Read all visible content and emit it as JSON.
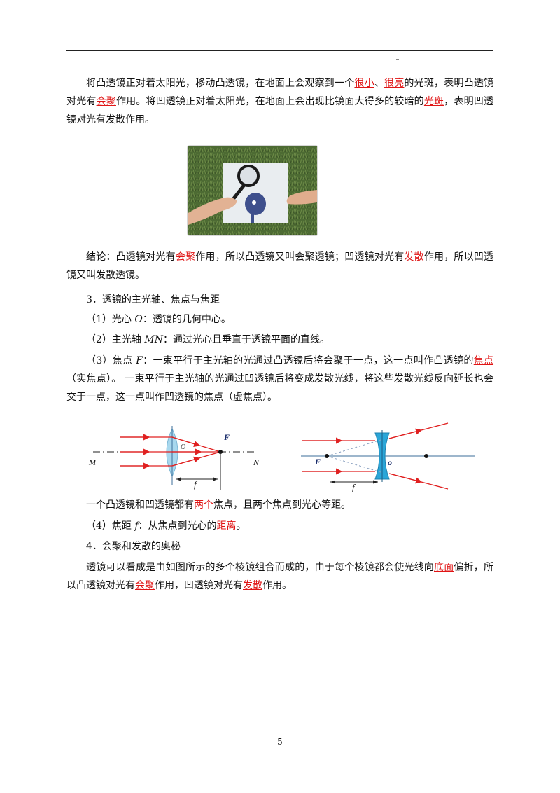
{
  "p1": {
    "a": "将凸透镜正对着太阳光，移动凸透镜，在地面上会观察到一个",
    "b1": "很小",
    "c": "、",
    "b2": "很亮",
    "d": "的光斑，表明凸透镜对光有",
    "b3": "会聚",
    "e": "作用。将凹透镜正对着太阳光，在地面上会出现比镜面大得多的较暗的",
    "b4": "光斑",
    "f": "，表明凹透镜对光有发散作用。"
  },
  "p2": {
    "a": "结论：凸透镜对光有",
    "b1": "会聚",
    "c": "作用，所以凸透镜又叫会聚透镜；凹透镜对光有",
    "b2": "发散",
    "d": "作用，所以凹透镜又叫发散透镜。"
  },
  "h3": "3．透镜的主光轴、焦点与焦距",
  "i1": {
    "a": "（1）光心 ",
    "sym": "O",
    "b": "：透镜的几何中心。"
  },
  "i2": {
    "a": "（2）主光轴 ",
    "sym": "MN",
    "b": "：通过光心且垂直于透镜平面的直线。"
  },
  "i3": {
    "a": "（3）焦点 ",
    "sym": "F",
    "b": "：一束平行于主光轴的光通过凸透镜后将会聚于一点，这一点叫作凸透镜的",
    "blank": "焦点",
    "c": "（实焦点）。 一束平行于主光轴的光通过凹透镜后将变成发散光线，将这些发散光线反向延长也会交于一点，这一点叫作凹透镜的焦点（虚焦点）。"
  },
  "diagram1": {
    "label_m": "M",
    "label_n": "N",
    "label_o": "O",
    "label_f": "F",
    "label_focal": "f"
  },
  "diagram2": {
    "label_f": "F",
    "label_o": "o",
    "label_focal": "f"
  },
  "p3": {
    "a": "一个凸透镜和凹透镜都有",
    "blank": "两个",
    "b": "焦点，且两个焦点到光心等距。"
  },
  "i4": {
    "a": "（4）焦距 ",
    "sym": "f",
    "b": "：从焦点到光心的",
    "blank": "距离",
    "c": "。"
  },
  "h4": "4．会聚和发散的奥秘",
  "p4": {
    "a": "透镜可以看成是由如图所示的多个棱镜组合而成的，由于每个棱镜都会使光线向",
    "b1": "底面",
    "c": "偏折，所以凸透镜对光有",
    "b2": "会聚",
    "d": "作用，凹透镜对光有",
    "b3": "发散",
    "e": "作用。"
  },
  "page_number": "5",
  "colors": {
    "blank": "#e01515",
    "ray": "#e02020",
    "lens": "#a8d8ee",
    "dashed": "#8aa0c0"
  }
}
